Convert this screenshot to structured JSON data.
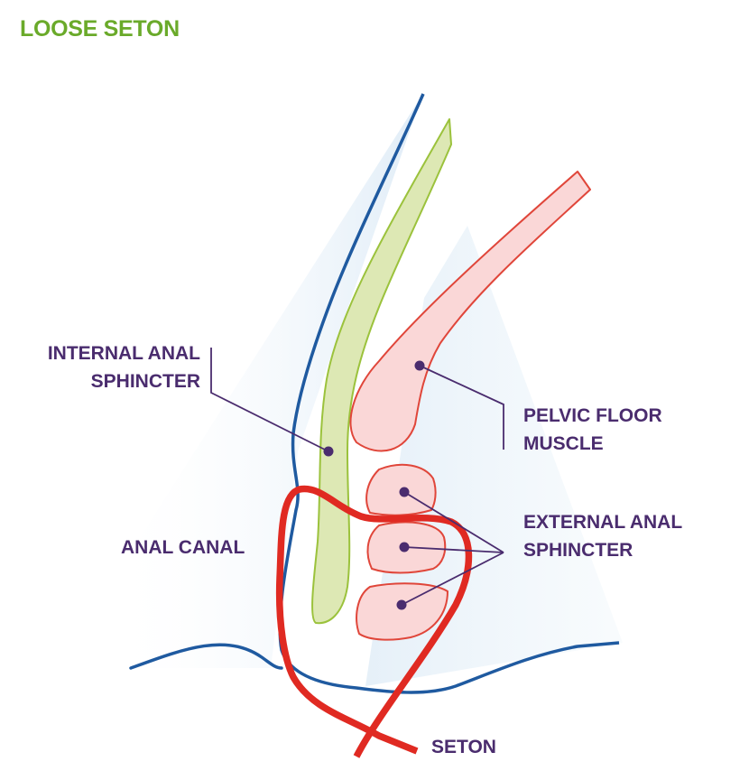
{
  "title": "LOOSE SETON",
  "labels": {
    "internal_anal_sphincter": [
      "INTERNAL ANAL",
      "SPHINCTER"
    ],
    "pelvic_floor_muscle": [
      "PELVIC FLOOR",
      "MUSCLE"
    ],
    "external_anal_sphincter": [
      "EXTERNAL ANAL",
      "SPHINCTER"
    ],
    "anal_canal": "ANAL CANAL",
    "seton": "SETON"
  },
  "colors": {
    "title": "#6aaa2a",
    "label": "#4a2c6e",
    "leader": "#4a2c6e",
    "mucosa_line": "#1f5aa0",
    "internal_sphincter_fill": "#dde8b4",
    "internal_sphincter_stroke": "#9bc23c",
    "muscle_fill": "#fad7d7",
    "muscle_stroke": "#e0463a",
    "seton": "#e02a22",
    "background_tint": "#e8f1f9"
  }
}
